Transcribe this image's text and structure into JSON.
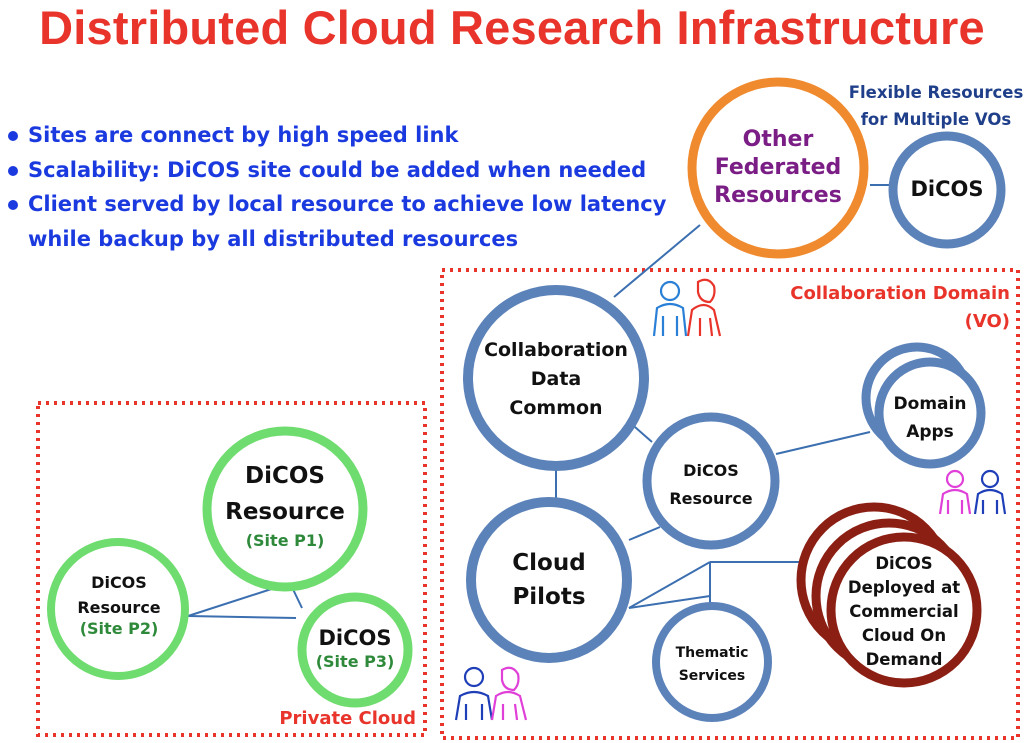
{
  "title": "Distributed Cloud Research Infrastructure",
  "bullets": [
    "Sites are connect by high speed link",
    "Scalability: DiCOS site could be added when needed",
    "Client served by local resource to achieve low latency while backup by all distributed resources"
  ],
  "flexible_note": {
    "line1": "Flexible Resources",
    "line2": "for Multiple VOs"
  },
  "nodes": {
    "other_federated": {
      "line1": "Other",
      "line2": "Federated",
      "line3": "Resources"
    },
    "dicos_top": {
      "label": "DiCOS"
    },
    "collab_data_common": {
      "line1": "Collaboration",
      "line2": "Data",
      "line3": "Common"
    },
    "domain_apps": {
      "line1": "Domain",
      "line2": "Apps"
    },
    "dicos_resource_vo": {
      "line1": "DiCOS",
      "line2": "Resource"
    },
    "cloud_pilots": {
      "line1": "Cloud",
      "line2": "Pilots"
    },
    "thematic_services": {
      "line1": "Thematic",
      "line2": "Services"
    },
    "dicos_commercial": {
      "line1": "DiCOS",
      "line2": "Deployed at",
      "line3": "Commercial",
      "line4": "Cloud On",
      "line5": "Demand"
    },
    "site_p1": {
      "line1": "DiCOS",
      "line2": "Resource",
      "site": "(Site P1)"
    },
    "site_p2": {
      "line1": "DiCOS",
      "line2": "Resource",
      "site": "(Site P2)"
    },
    "site_p3": {
      "line1": "DiCOS",
      "site": "(Site P3)"
    }
  },
  "regions": {
    "collaboration_domain": {
      "line1": "Collaboration Domain",
      "line2": "(VO)"
    },
    "private_cloud": {
      "label": "Private Cloud"
    }
  },
  "colors": {
    "title_red": "#e8342a",
    "bullet_blue": "#1a3ae0",
    "node_blue": "#5b82b9",
    "orange": "#f08a2e",
    "green": "#6fdc6f",
    "dark_red": "#8c1f14",
    "purple": "#7a1e86"
  },
  "icons": [
    "people-icon-pair-collaboration",
    "people-icon-pair-domain",
    "people-icon-pair-pilots"
  ]
}
